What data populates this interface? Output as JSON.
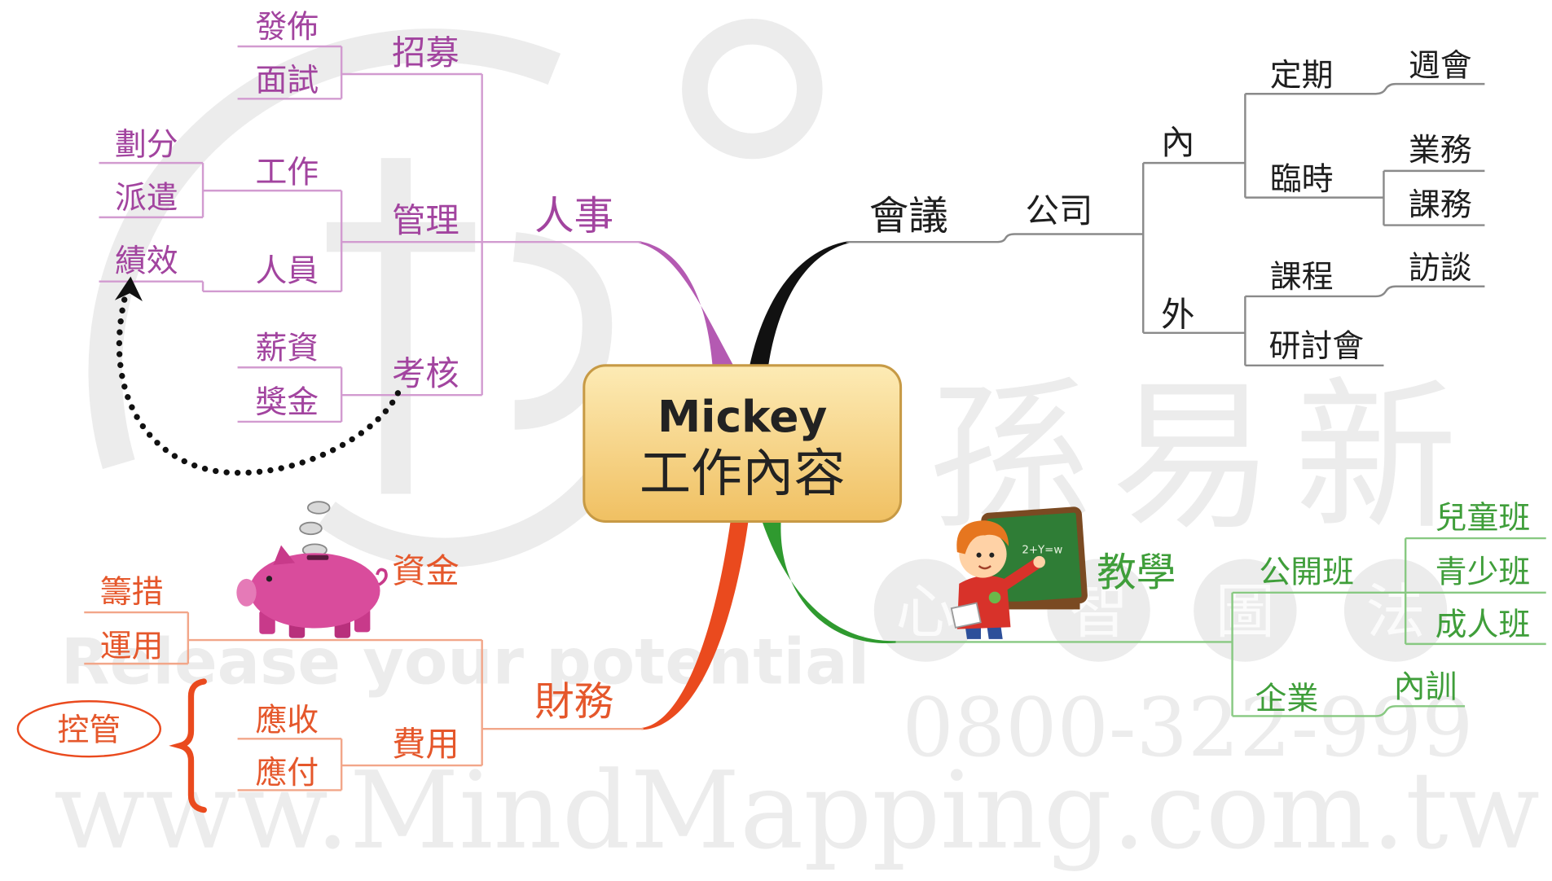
{
  "center": {
    "title": "Mickey",
    "subtitle": "工作內容"
  },
  "branches": {
    "personnel": {
      "label": "人事",
      "recruit": {
        "label": "招募",
        "items": [
          "發佈",
          "面試"
        ]
      },
      "manage": {
        "label": "管理",
        "work": {
          "label": "工作",
          "items": [
            "劃分",
            "派遣"
          ]
        },
        "staff": {
          "label": "人員",
          "items": [
            "績效"
          ]
        }
      },
      "assess": {
        "label": "考核",
        "items": [
          "薪資",
          "獎金"
        ]
      }
    },
    "meeting": {
      "label": "會議",
      "company": {
        "label": "公司",
        "internal": {
          "label": "內",
          "regular": {
            "label": "定期",
            "items": [
              "週會"
            ]
          },
          "adhoc": {
            "label": "臨時",
            "items": [
              "業務",
              "課務"
            ]
          }
        },
        "external": {
          "label": "外",
          "course": {
            "label": "課程",
            "items": [
              "訪談"
            ]
          },
          "seminar": {
            "label": "研討會"
          }
        }
      }
    },
    "teaching": {
      "label": "教學",
      "board_text": "2+Y=w",
      "public": {
        "label": "公開班",
        "items": [
          "兒童班",
          "青少班",
          "成人班"
        ]
      },
      "enterprise": {
        "label": "企業",
        "items": [
          "內訓"
        ]
      }
    },
    "finance": {
      "label": "財務",
      "funds": {
        "label": "資金",
        "items": [
          "籌措",
          "運用"
        ]
      },
      "expenses": {
        "label": "費用",
        "items": [
          "應收",
          "應付"
        ]
      },
      "control": "控管"
    }
  },
  "watermarks": {
    "brand_name": "孫易新",
    "slogan": "Release your potential",
    "logo_chars": [
      "心",
      "智",
      "圖",
      "法"
    ],
    "phone": "0800-322-999",
    "website": "www.MindMapping.com.tw"
  },
  "icons": [
    "teacher-illustration",
    "piggy-bank-icon",
    "dotted-arrow",
    "curly-brace"
  ],
  "colors": {
    "center_fill_top": "#fdebb5",
    "center_fill_bottom": "#f0c062",
    "center_border": "#c79a45",
    "personnel": {
      "text": "#a2449f",
      "line": "#d29bd0",
      "branch": "#b45ab2"
    },
    "meeting": {
      "text": "#1e1e1e",
      "line": "#8a8a8a",
      "branch": "#111111"
    },
    "teaching": {
      "text": "#3f9e3a",
      "line": "#88c982",
      "branch": "#2f9a2f"
    },
    "finance": {
      "text": "#e5572b",
      "line": "#f2a689",
      "branch": "#ea4a1e"
    },
    "watermark": "#ececec"
  }
}
